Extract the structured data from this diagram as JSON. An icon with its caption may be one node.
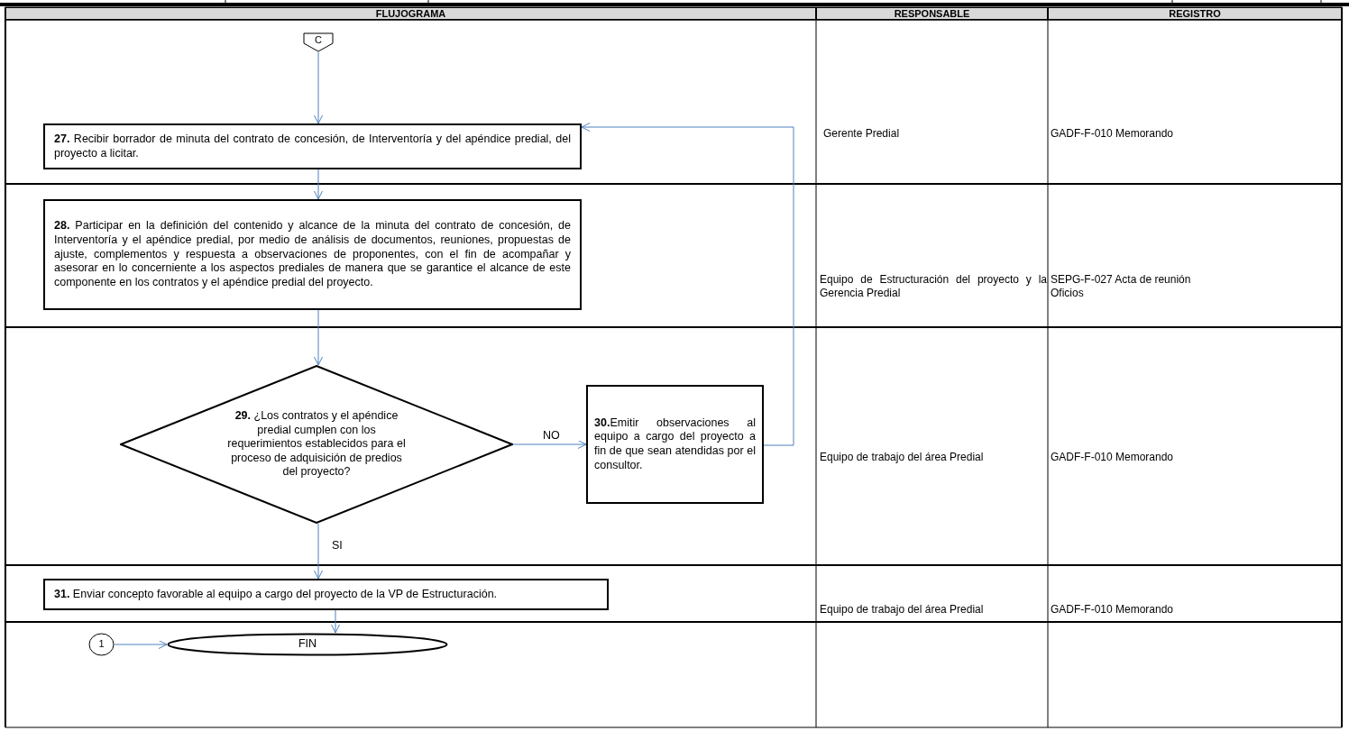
{
  "diagram": {
    "nodes": [
      {
        "text": [
          "C"
        ]
      },
      {
        "text": [
          "**27.** Recibir borrador de minuta del contrato de concesión, de Interventoría y del apéndice predial, del proyecto a licitar."
        ]
      },
      {
        "text": [
          "**28.** Participar en la definición del contenido y alcance de la minuta del contrato de concesión, de Interventoría y el apéndice predial, por medio de análisis de documentos, reuniones, propuestas de ajuste, complementos y respuesta a observaciones de proponentes, con el fin de acompañar y asesorar en lo concerniente a los aspectos prediales de manera que se garantice el alcance de este componente en los contratos y el apéndice predial del proyecto."
        ]
      },
      {
        "text": [
          "**29.** ¿Los contratos y el apéndice predial cumplen con los requerimientos establecidos para el proceso de adquisición de predios del proyecto?"
        ]
      },
      {
        "text": [
          "**30.**Emitir observaciones al equipo a cargo del proyecto a fin de que sean atendidas por el consultor."
        ]
      },
      {
        "text": [
          "**31.** Enviar concepto favorable al equipo a cargo del proyecto de la VP de Estructuración."
        ]
      },
      {
        "text": [
          "1"
        ]
      },
      {
        "text": [
          "FIN"
        ]
      }
    ],
    "edges": [
      {
        "from": 0,
        "to": 1,
        "arrow": "to"
      },
      {
        "from": 1,
        "to": 2,
        "arrow": "to"
      },
      {
        "from": 2,
        "to": 3,
        "arrow": "to"
      },
      {
        "from": 3,
        "to": 4,
        "arrow": "to",
        "label": "NO"
      },
      {
        "from": 4,
        "to": 1,
        "arrow": "to"
      },
      {
        "from": 3,
        "to": 5,
        "arrow": "to",
        "label": "SI"
      },
      {
        "from": 5,
        "to": 7,
        "arrow": "to"
      },
      {
        "from": 6,
        "to": 7,
        "arrow": "to"
      }
    ],
    "labels": [
      "FLUJOGRAMA",
      "RESPONSABLE",
      "REGISTRO",
      "Gerente Predial",
      "GADF-F-010 Memorando",
      "Equipo de Estructuración del proyecto y la Gerencia Predial",
      "SEPG-F-027 Acta de reunión",
      "Oficios",
      "Equipo de trabajo del área Predial",
      "GADF-F-010 Memorando",
      "Equipo de trabajo del área Predial",
      "GADF-F-010 Memorando"
    ]
  }
}
